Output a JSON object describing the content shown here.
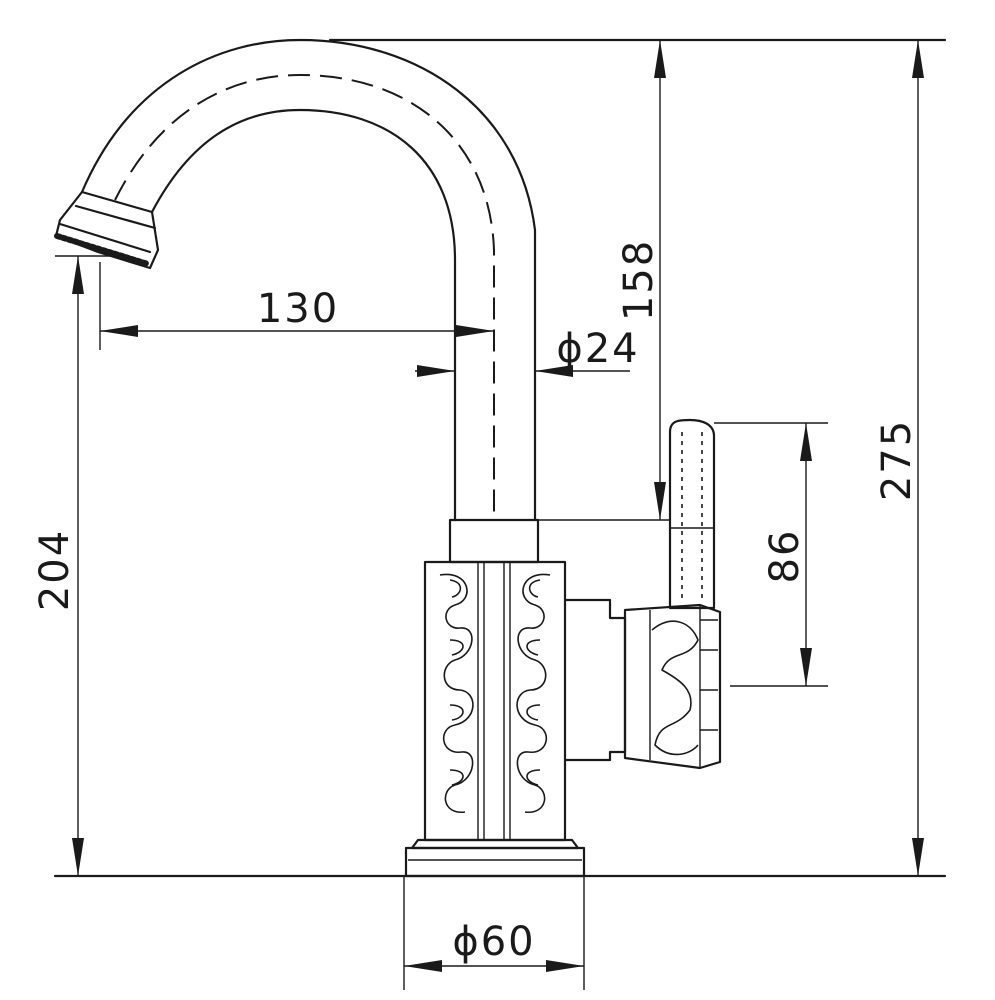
{
  "dimensions": {
    "spout_reach": "130",
    "spout_diameter": "ϕ24",
    "spout_height": "158",
    "total_height": "275",
    "aerator_height": "204",
    "handle_length": "86",
    "base_diameter": "ϕ60"
  },
  "colors": {
    "line": "#1a1a1a",
    "background": "#ffffff"
  }
}
